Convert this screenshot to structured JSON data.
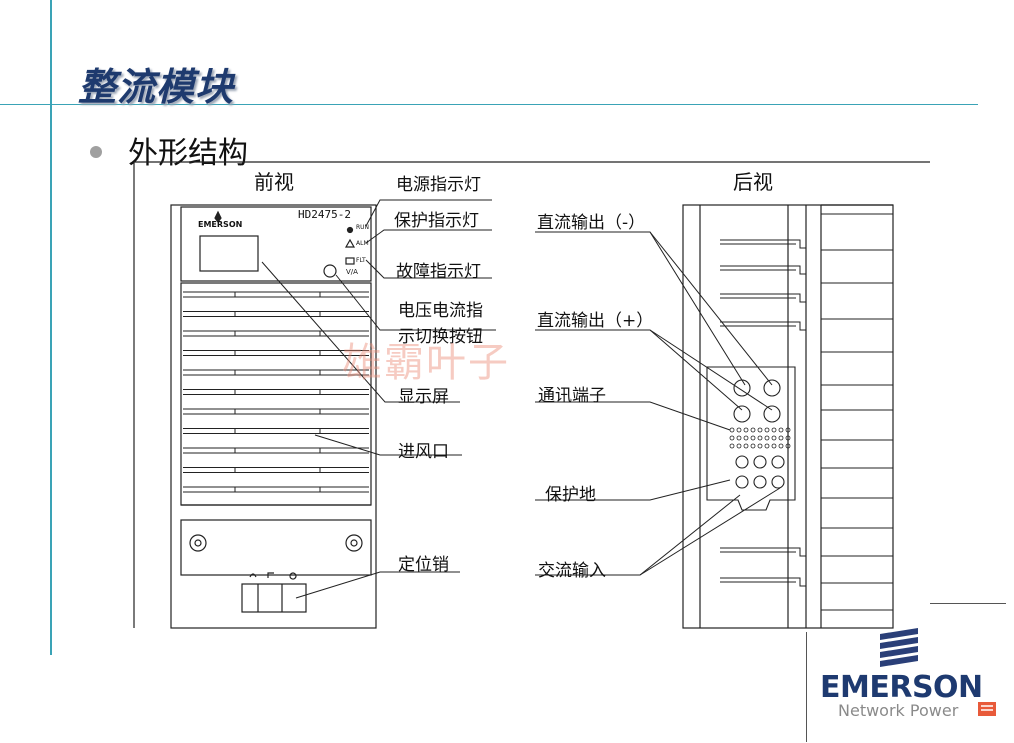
{
  "slide": {
    "title": "整流模块",
    "bullet": "外形结构"
  },
  "views": {
    "front": "前视",
    "rear": "后视"
  },
  "front_labels": {
    "power_led": "电源指示灯",
    "protect_led": "保护指示灯",
    "fault_led": "故障指示灯",
    "switch_button_line1": "电压电流指",
    "switch_button_line2": "示切换按钮",
    "display": "显示屏",
    "air_inlet": "进风口",
    "locating_pin": "定位销"
  },
  "rear_labels": {
    "dc_out_neg": "直流输出（-）",
    "dc_out_pos": "直流输出（+）",
    "comm_terminal": "通讯端子",
    "protect_ground": "保护地",
    "ac_input": "交流输入"
  },
  "module": {
    "model": "HD2475-2",
    "brand": "EMERSON",
    "indicator_marks": [
      "RUN",
      "ALM",
      "FLT",
      "V/A"
    ]
  },
  "watermark": "雄霸叶子",
  "logo": {
    "word": "EMERSON",
    "sub": "Network Power"
  },
  "colors": {
    "accent_line": "#3aa3b6",
    "title": "#1e3a6e",
    "logo_blue": "#1e3a70"
  }
}
